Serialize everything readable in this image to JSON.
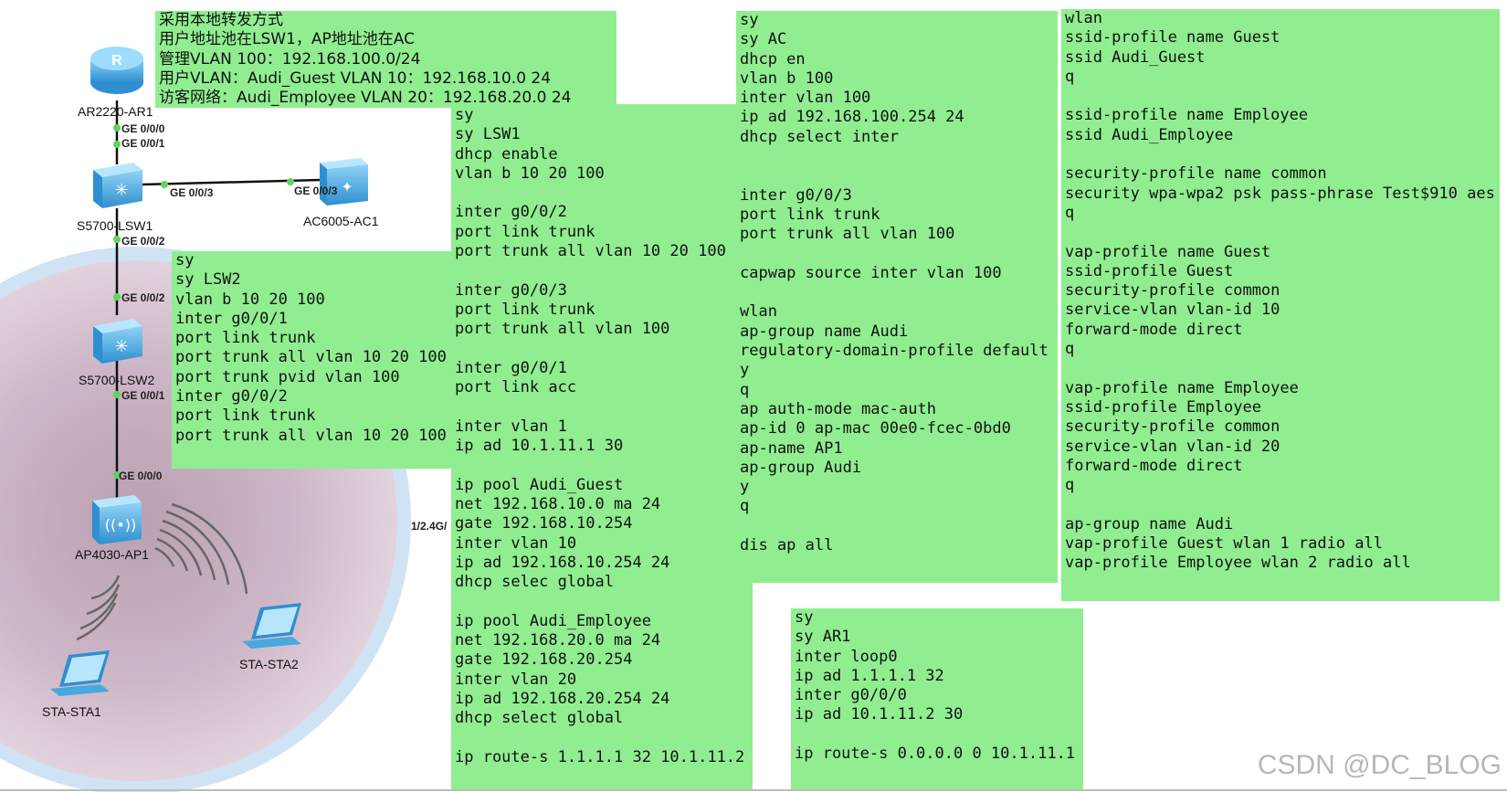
{
  "devices": {
    "ar1": "AR2220-AR1",
    "lsw1": "S5700-LSW1",
    "ac1": "AC6005-AC1",
    "lsw2": "S5700-LSW2",
    "ap1": "AP4030-AP1",
    "sta1": "STA-STA1",
    "sta2": "STA-STA2"
  },
  "ports": {
    "ar1_ge000": "GE 0/0/0",
    "lsw1_ge001": "GE 0/0/1",
    "lsw1_ge003": "GE 0/0/3",
    "ac1_ge003": "GE 0/0/3",
    "lsw1_ge002": "GE 0/0/2",
    "lsw2_ge002": "GE 0/0/2",
    "lsw2_ge001": "GE 0/0/1",
    "ap1_ge000": "GE 0/0/0",
    "radio": "1/2.4G/"
  },
  "notes": {
    "intro": [
      "采用本地转发方式",
      "用户地址池在LSW1，AP地址池在AC",
      "管理VLAN 100：192.168.100.0/24",
      "用户VLAN：Audi_Guest VLAN 10：192.168.10.0 24",
      "访客网络：Audi_Employee VLAN 20：192.168.20.0 24"
    ],
    "lsw2": [
      "sy",
      "sy LSW2",
      "vlan b 10 20 100",
      "inter g0/0/1",
      "port link trunk",
      "port trunk all vlan 10 20 100",
      "port trunk pvid vlan 100",
      "inter g0/0/2",
      "port link trunk",
      "port trunk all vlan 10 20 100"
    ],
    "lsw1": [
      "sy",
      "sy LSW1",
      "dhcp enable",
      "vlan b 10 20 100",
      "",
      "inter g0/0/2",
      "port link trunk",
      "port trunk all vlan 10 20 100",
      "",
      "inter g0/0/3",
      "port link trunk",
      "port trunk all vlan 100",
      "",
      "inter g0/0/1",
      "port link acc",
      "",
      "inter vlan 1",
      "ip ad 10.1.11.1 30",
      "",
      "ip pool Audi_Guest",
      "net 192.168.10.0 ma 24",
      "gate 192.168.10.254",
      "inter vlan 10",
      "ip ad 192.168.10.254 24",
      "dhcp selec global",
      "",
      "ip pool Audi_Employee",
      "net 192.168.20.0 ma 24",
      "gate 192.168.20.254",
      "inter vlan 20",
      "ip ad 192.168.20.254 24",
      "dhcp select global",
      "",
      "ip route-s 1.1.1.1 32 10.1.11.2"
    ],
    "ac": [
      "sy",
      "sy AC",
      "dhcp en",
      "vlan b 100",
      "inter vlan 100",
      "ip ad 192.168.100.254 24",
      "dhcp select inter",
      "",
      "",
      "inter g0/0/3",
      "port link trunk",
      "port trunk all vlan 100",
      "",
      "capwap source inter vlan 100",
      "",
      "wlan",
      "ap-group name Audi",
      "regulatory-domain-profile default",
      "y",
      "q",
      "ap auth-mode mac-auth",
      "ap-id 0 ap-mac 00e0-fcec-0bd0",
      "ap-name AP1",
      "ap-group Audi",
      "y",
      "q",
      "",
      "dis ap all"
    ],
    "wlan": [
      "wlan",
      "ssid-profile name Guest",
      "ssid Audi_Guest",
      "q",
      "",
      "ssid-profile name Employee",
      "ssid Audi_Employee",
      "",
      "security-profile name common",
      "security wpa-wpa2 psk pass-phrase Test$910 aes",
      "q",
      "",
      "vap-profile name Guest",
      "ssid-profile Guest",
      "security-profile common",
      "service-vlan vlan-id 10",
      "forward-mode direct",
      "q",
      "",
      "vap-profile name Employee",
      "ssid-profile Employee",
      "security-profile common",
      "service-vlan vlan-id 20",
      "forward-mode direct",
      "q",
      "",
      "ap-group name Audi",
      "vap-profile Guest wlan 1 radio all",
      "vap-profile Employee wlan 2 radio all"
    ],
    "ar1": [
      "sy",
      "sy AR1",
      "inter loop0",
      "ip ad 1.1.1.1 32",
      "inter g0/0/0",
      "ip ad 10.1.11.2 30",
      "",
      "ip route-s 0.0.0.0 0 10.1.11.1"
    ]
  },
  "watermark": "CSDN @DC_BLOG",
  "colors": {
    "note_bg": "#90ee90",
    "link": "#111111",
    "port_dot": "#5cd65c",
    "device_blue": "#4aa8e0"
  }
}
